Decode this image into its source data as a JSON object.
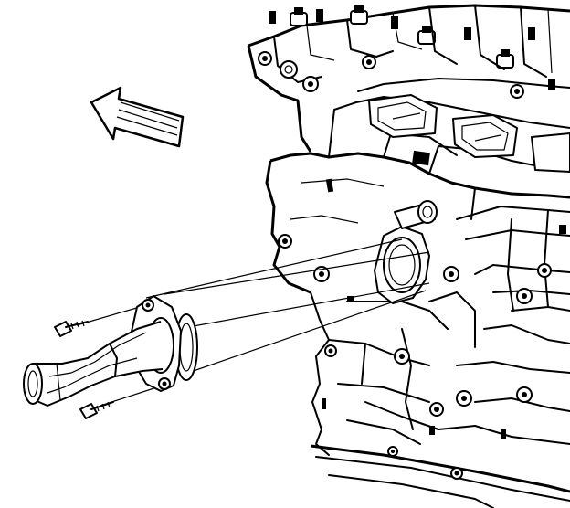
{
  "colors": {
    "line": "#000000",
    "background": "#ffffff"
  },
  "icons": [
    "direction-arrow-icon"
  ],
  "parts": [
    "engine-block",
    "cylinder-head",
    "water-outlet-pipe",
    "gasket",
    "bolt-upper",
    "bolt-lower",
    "alignment-lines"
  ]
}
